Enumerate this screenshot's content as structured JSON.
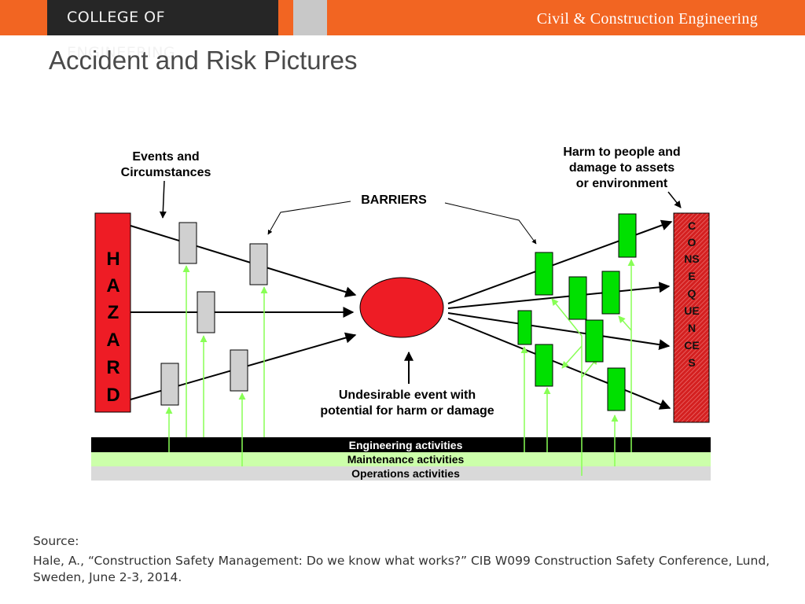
{
  "header": {
    "college": "COLLEGE OF ENGINEERING",
    "department": "Civil & Construction Engineering"
  },
  "slide": {
    "title": "Accident and Risk Pictures"
  },
  "diagram": {
    "hazard_letters": [
      "H",
      "A",
      "Z",
      "A",
      "R",
      "D"
    ],
    "consequences_lines": [
      "C",
      "O",
      "NS",
      "E",
      "Q",
      "UE",
      "N",
      "CE",
      "S"
    ],
    "labels": {
      "events": [
        "Events and",
        "Circumstances"
      ],
      "barriers": "BARRIERS",
      "harm": [
        "Harm to people and",
        "damage to assets",
        "or environment"
      ],
      "undesirable": [
        "Undesirable event with",
        "potential for harm or damage"
      ]
    },
    "activity_bands": [
      "Engineering activities",
      "Maintenance activities",
      "Operations activities"
    ],
    "colors": {
      "hazard": "#ee1c25",
      "event": "#ee1c25",
      "preventive_barrier": "#d0d0d0",
      "mitigating_barrier": "#00e000",
      "support_arrow": "#88ff55",
      "consequences": "#d42020",
      "engineering_band": "#000000",
      "maintenance_band": "#ccffaa",
      "operations_band": "#d9d9d9"
    }
  },
  "source": {
    "label": "Source:",
    "citation": "Hale, A., “Construction Safety Management: Do we know what works?” CIB W099 Construction Safety Conference, Lund, Sweden, June 2-3, 2014."
  }
}
